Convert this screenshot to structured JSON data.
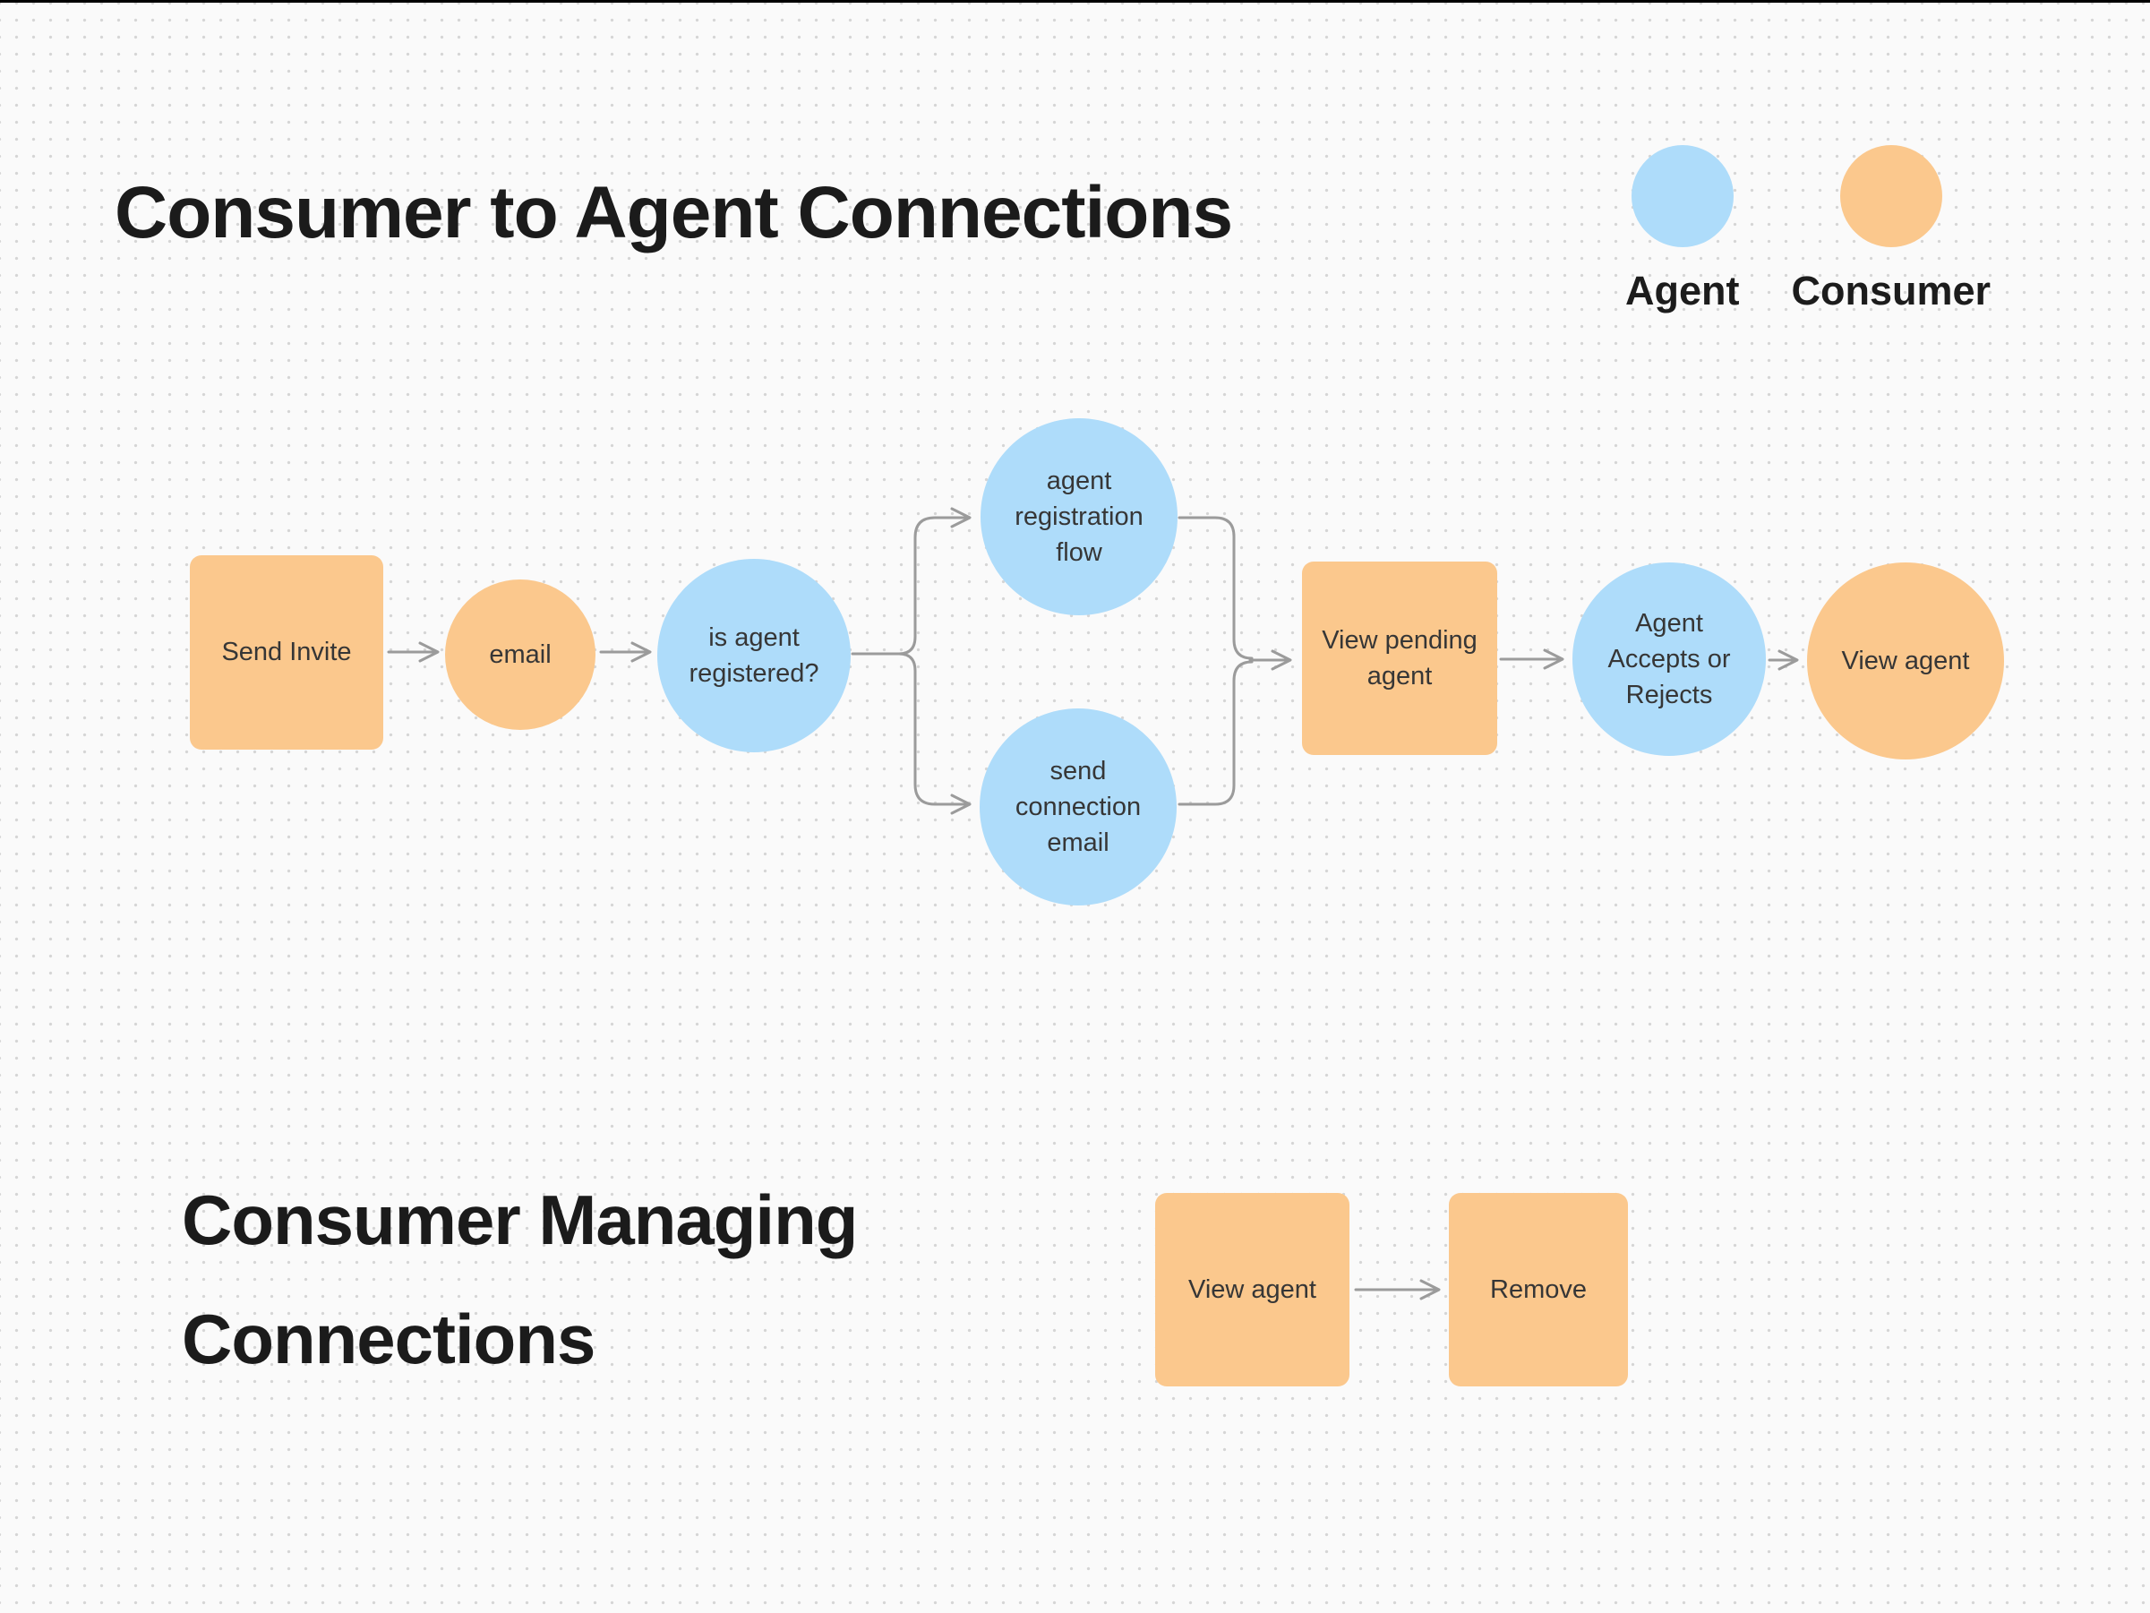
{
  "header": {
    "title": "Consumer to Agent Connections"
  },
  "section2": {
    "title": "Consumer Managing Connections"
  },
  "legend": {
    "agent": {
      "label": "Agent",
      "color_key": "agent"
    },
    "consumer": {
      "label": "Consumer",
      "color_key": "consumer"
    }
  },
  "colors": {
    "agent": "#AEDCFA",
    "consumer": "#FBC88D",
    "connector": "#9B9B9B",
    "node_text": "#363636",
    "title_text": "#1B1B1B",
    "background": "#FAFAFA",
    "grid_dot": "#D5D5D5"
  },
  "nodes": {
    "send_invite": {
      "label": "Send Invite",
      "shape": "rounded-square",
      "role": "consumer"
    },
    "email": {
      "label": "email",
      "shape": "circle",
      "role": "consumer"
    },
    "is_registered": {
      "label": "is agent registered?",
      "shape": "circle",
      "role": "agent"
    },
    "registration_flow": {
      "label": "agent registration flow",
      "shape": "circle",
      "role": "agent"
    },
    "send_connection_email": {
      "label": "send connection email",
      "shape": "circle",
      "role": "agent"
    },
    "view_pending": {
      "label": "View pending agent",
      "shape": "rounded-square",
      "role": "consumer"
    },
    "accepts_rejects": {
      "label": "Agent Accepts or Rejects",
      "shape": "circle",
      "role": "agent"
    },
    "view_agent": {
      "label": "View agent",
      "shape": "circle",
      "role": "consumer"
    },
    "manage_view_agent": {
      "label": "View agent",
      "shape": "rounded-square",
      "role": "consumer"
    },
    "manage_remove": {
      "label": "Remove",
      "shape": "rounded-square",
      "role": "consumer"
    }
  },
  "edges": [
    {
      "from": "send_invite",
      "to": "email"
    },
    {
      "from": "email",
      "to": "is_registered"
    },
    {
      "from": "is_registered",
      "to": "registration_flow"
    },
    {
      "from": "is_registered",
      "to": "send_connection_email"
    },
    {
      "from": "registration_flow",
      "to": "view_pending"
    },
    {
      "from": "send_connection_email",
      "to": "view_pending"
    },
    {
      "from": "view_pending",
      "to": "accepts_rejects"
    },
    {
      "from": "accepts_rejects",
      "to": "view_agent"
    },
    {
      "from": "manage_view_agent",
      "to": "manage_remove"
    }
  ]
}
